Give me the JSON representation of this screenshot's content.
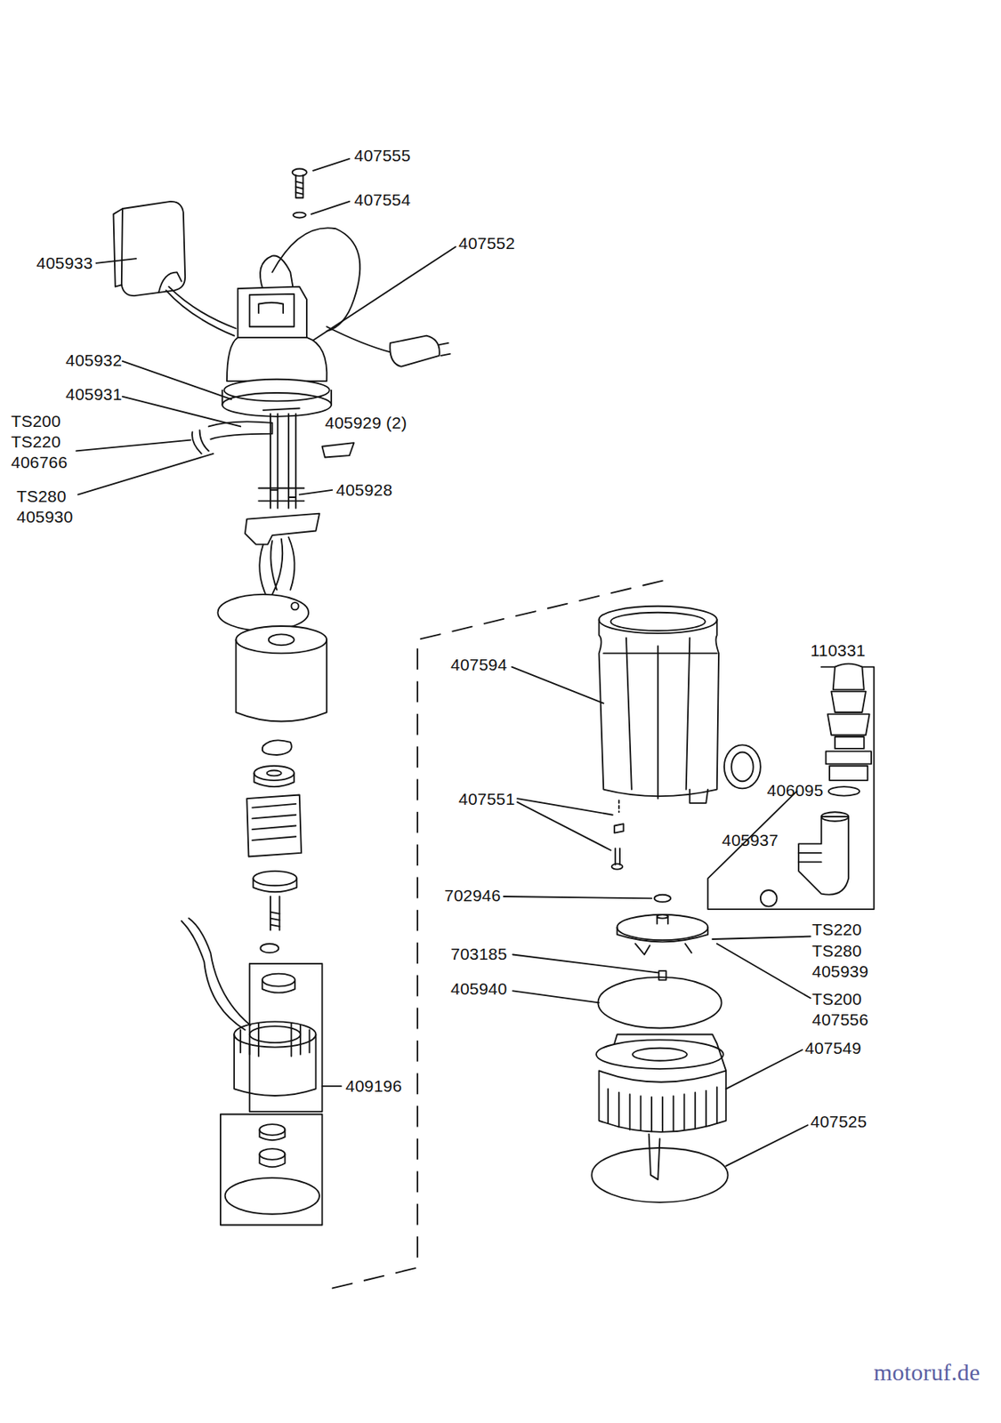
{
  "diagram": {
    "labels": [
      "407555",
      "407554",
      "405933",
      "407552",
      "405932",
      "405931",
      "TS200",
      "TS220",
      "406766",
      "405929 (2)",
      "TS280",
      "405930",
      "405928",
      "407594",
      "110331",
      "407551",
      "406095",
      "405937",
      "702946",
      "TS220",
      "TS280",
      "405939",
      "703185",
      "405940",
      "TS200",
      "407556",
      "407549",
      "407525",
      "409196",
      "motoruf.de"
    ]
  }
}
